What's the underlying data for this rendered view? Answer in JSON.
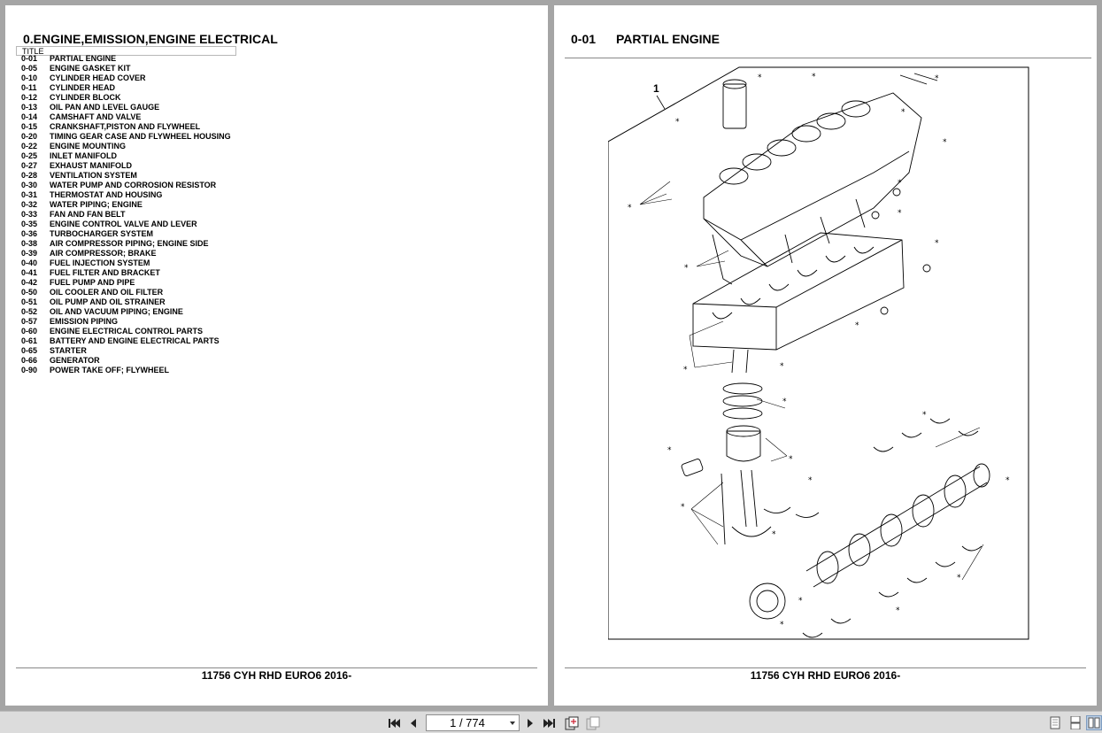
{
  "left_page": {
    "section_title": "0.ENGINE,EMISSION,ENGINE ELECTRICAL",
    "table_header": "TITLE",
    "items": [
      {
        "code": "0-01",
        "title": "PARTIAL ENGINE"
      },
      {
        "code": "0-05",
        "title": "ENGINE GASKET KIT"
      },
      {
        "code": "0-10",
        "title": "CYLINDER HEAD COVER"
      },
      {
        "code": "0-11",
        "title": "CYLINDER HEAD"
      },
      {
        "code": "0-12",
        "title": "CYLINDER BLOCK"
      },
      {
        "code": "0-13",
        "title": "OIL PAN AND LEVEL GAUGE"
      },
      {
        "code": "0-14",
        "title": "CAMSHAFT AND VALVE"
      },
      {
        "code": "0-15",
        "title": "CRANKSHAFT,PISTON AND FLYWHEEL"
      },
      {
        "code": "0-20",
        "title": "TIMING GEAR CASE AND FLYWHEEL HOUSING"
      },
      {
        "code": "0-22",
        "title": "ENGINE MOUNTING"
      },
      {
        "code": "0-25",
        "title": "INLET MANIFOLD"
      },
      {
        "code": "0-27",
        "title": "EXHAUST MANIFOLD"
      },
      {
        "code": "0-28",
        "title": "VENTILATION SYSTEM"
      },
      {
        "code": "0-30",
        "title": "WATER PUMP AND CORROSION RESISTOR"
      },
      {
        "code": "0-31",
        "title": "THERMOSTAT AND HOUSING"
      },
      {
        "code": "0-32",
        "title": "WATER PIPING; ENGINE"
      },
      {
        "code": "0-33",
        "title": "FAN AND FAN BELT"
      },
      {
        "code": "0-35",
        "title": "ENGINE CONTROL VALVE AND LEVER"
      },
      {
        "code": "0-36",
        "title": "TURBOCHARGER SYSTEM"
      },
      {
        "code": "0-38",
        "title": "AIR COMPRESSOR PIPING; ENGINE SIDE"
      },
      {
        "code": "0-39",
        "title": "AIR COMPRESSOR; BRAKE"
      },
      {
        "code": "0-40",
        "title": "FUEL INJECTION SYSTEM"
      },
      {
        "code": "0-41",
        "title": "FUEL FILTER AND BRACKET"
      },
      {
        "code": "0-42",
        "title": "FUEL PUMP AND PIPE"
      },
      {
        "code": "0-50",
        "title": "OIL COOLER AND OIL FILTER"
      },
      {
        "code": "0-51",
        "title": "OIL PUMP AND OIL STRAINER"
      },
      {
        "code": "0-52",
        "title": "OIL AND VACUUM PIPING; ENGINE"
      },
      {
        "code": "0-57",
        "title": "EMISSION PIPING"
      },
      {
        "code": "0-60",
        "title": "ENGINE ELECTRICAL CONTROL PARTS"
      },
      {
        "code": "0-61",
        "title": "BATTERY AND ENGINE ELECTRICAL PARTS"
      },
      {
        "code": "0-65",
        "title": "STARTER"
      },
      {
        "code": "0-66",
        "title": "GENERATOR"
      },
      {
        "code": "0-90",
        "title": "POWER TAKE OFF; FLYWHEEL"
      }
    ],
    "footer": "11756 CYH RHD EURO6 2016-"
  },
  "right_page": {
    "code": "0-01",
    "title": "PARTIAL ENGINE",
    "callout": "1",
    "marker": "*",
    "footer": "11756 CYH RHD EURO6 2016-"
  },
  "toolbar": {
    "page_indicator": "1 / 774",
    "icons": [
      "first-page-icon",
      "prev-page-icon",
      "next-page-icon",
      "last-page-icon",
      "fit-page-icon",
      "fit-width-icon",
      "single-page-view-icon",
      "continuous-view-icon",
      "two-page-view-icon"
    ]
  }
}
